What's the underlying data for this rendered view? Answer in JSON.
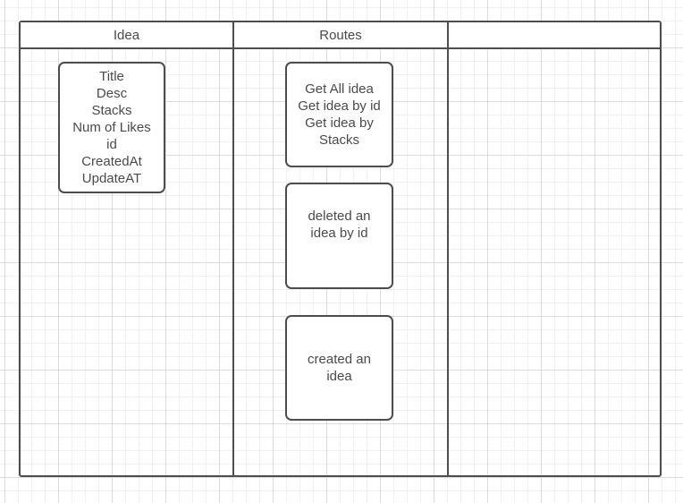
{
  "diagram": {
    "table": {
      "columns": [
        {
          "header": "Idea"
        },
        {
          "header": "Routes"
        },
        {
          "header": ""
        }
      ]
    },
    "nodes": {
      "idea_fields": {
        "text": "Title\nDesc\nStacks\nNum of Likes\nid\nCreatedAt\nUpdateAT"
      },
      "routes_get": {
        "text": "Get All idea\nGet idea by id\nGet idea by\nStacks"
      },
      "routes_delete": {
        "text": "deleted an\nidea by id"
      },
      "routes_create": {
        "text": "created an\nidea"
      }
    },
    "colors": {
      "stroke": "#4d4d4d",
      "text": "#4a4a4a",
      "node_fill": "#ffffff",
      "grid_minor": "#f0f0f0",
      "grid_major": "#dcdcdc",
      "canvas_background": "#ffffff"
    }
  }
}
